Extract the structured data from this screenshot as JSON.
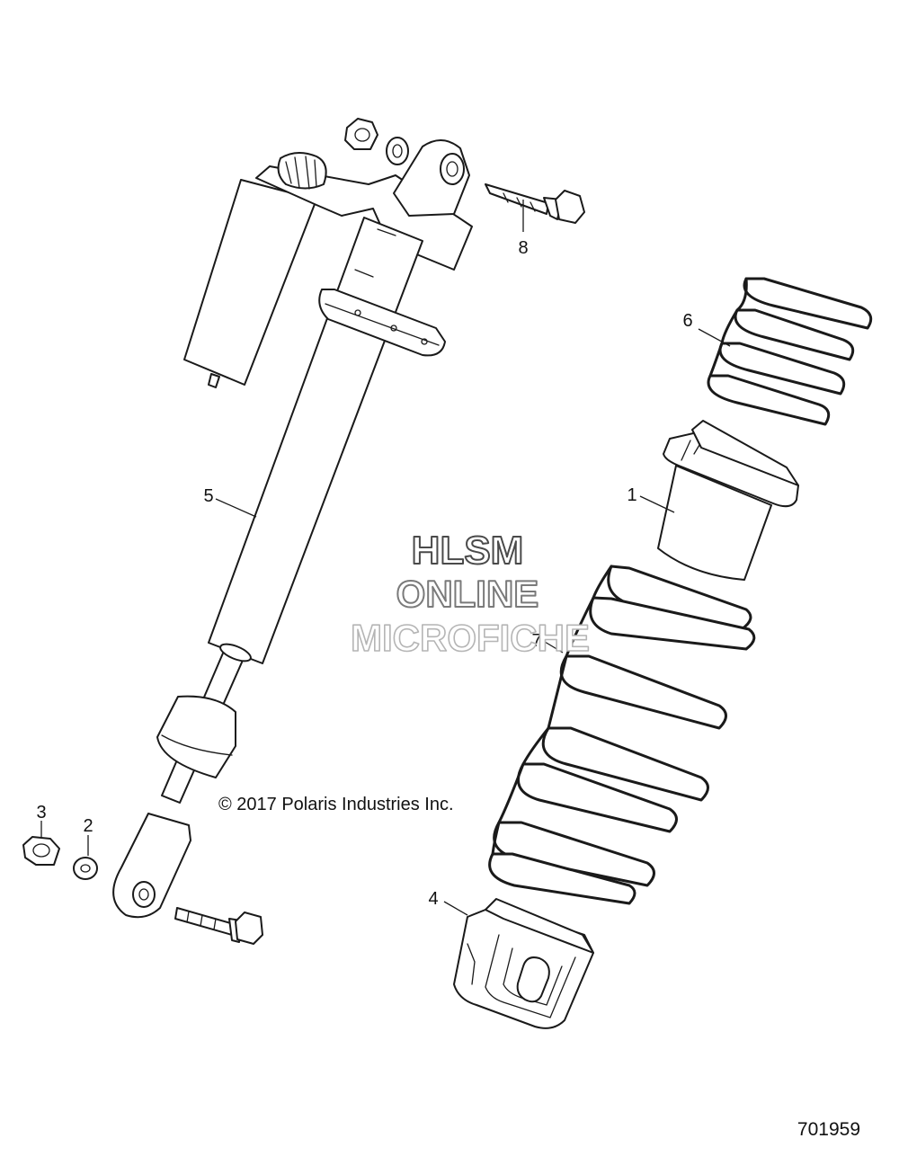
{
  "callouts": {
    "c1": "1",
    "c2": "2",
    "c3": "3",
    "c4": "4",
    "c5": "5",
    "c6": "6",
    "c7": "7",
    "c8": "8"
  },
  "watermark": {
    "line1": "HLSM",
    "line2": "ONLINE",
    "line3": "MICROFICHE",
    "colors": [
      "#4a4a4a",
      "#7a7a7a",
      "#b5b5b5"
    ]
  },
  "copyright": "© 2017 Polaris Industries Inc.",
  "figure_number": "701959"
}
